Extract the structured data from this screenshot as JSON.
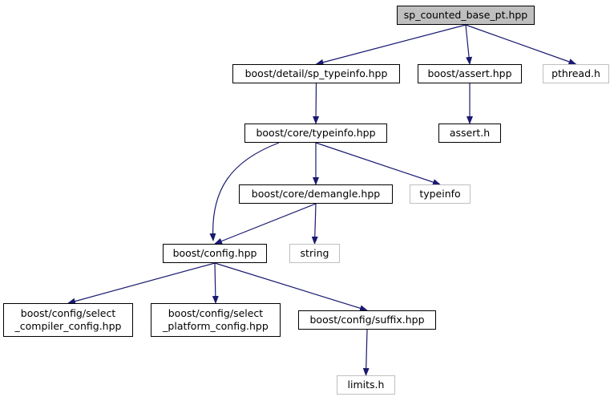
{
  "graph": {
    "nodes": [
      {
        "id": "root",
        "label": "sp_counted_base_pt.hpp",
        "kind": "root"
      },
      {
        "id": "sp_typeinfo",
        "label": "boost/detail/sp_typeinfo.hpp",
        "kind": "doc"
      },
      {
        "id": "assert_hpp",
        "label": "boost/assert.hpp",
        "kind": "doc"
      },
      {
        "id": "pthread",
        "label": "pthread.h",
        "kind": "external"
      },
      {
        "id": "core_typeinfo",
        "label": "boost/core/typeinfo.hpp",
        "kind": "doc"
      },
      {
        "id": "assert_h",
        "label": "assert.h",
        "kind": "doc"
      },
      {
        "id": "demangle",
        "label": "boost/core/demangle.hpp",
        "kind": "doc"
      },
      {
        "id": "typeinfo",
        "label": "typeinfo",
        "kind": "external"
      },
      {
        "id": "config",
        "label": "boost/config.hpp",
        "kind": "doc"
      },
      {
        "id": "string",
        "label": "string",
        "kind": "external"
      },
      {
        "id": "select_compiler",
        "label": "boost/config/select\n_compiler_config.hpp",
        "kind": "doc"
      },
      {
        "id": "select_platform",
        "label": "boost/config/select\n_platform_config.hpp",
        "kind": "doc"
      },
      {
        "id": "suffix",
        "label": "boost/config/suffix.hpp",
        "kind": "doc"
      },
      {
        "id": "limits",
        "label": "limits.h",
        "kind": "external"
      }
    ],
    "edges": [
      {
        "from": "root",
        "to": "sp_typeinfo"
      },
      {
        "from": "root",
        "to": "assert_hpp"
      },
      {
        "from": "root",
        "to": "pthread"
      },
      {
        "from": "sp_typeinfo",
        "to": "core_typeinfo"
      },
      {
        "from": "assert_hpp",
        "to": "assert_h"
      },
      {
        "from": "core_typeinfo",
        "to": "config"
      },
      {
        "from": "core_typeinfo",
        "to": "demangle"
      },
      {
        "from": "core_typeinfo",
        "to": "typeinfo"
      },
      {
        "from": "demangle",
        "to": "config"
      },
      {
        "from": "demangle",
        "to": "string"
      },
      {
        "from": "config",
        "to": "select_compiler"
      },
      {
        "from": "config",
        "to": "select_platform"
      },
      {
        "from": "config",
        "to": "suffix"
      },
      {
        "from": "suffix",
        "to": "limits"
      }
    ],
    "colors": {
      "edge": "#191970",
      "node_border": "#000000",
      "external_border": "#bfbfbf",
      "root_fill": "#bfbfbf"
    }
  }
}
